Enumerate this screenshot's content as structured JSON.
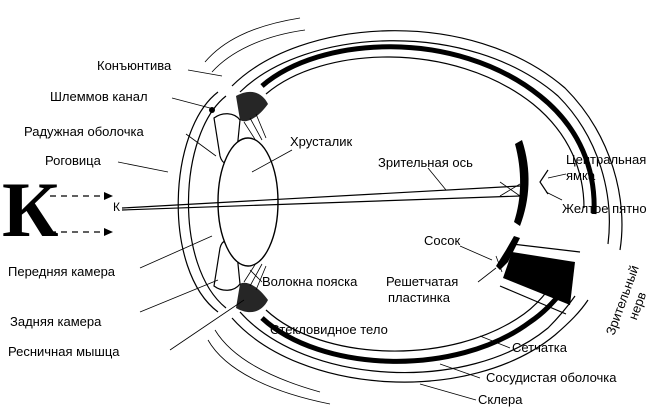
{
  "letter_big": "К",
  "letter_small": "К",
  "labels": {
    "konyunktiva": "Конъюнтива",
    "shlemmov": "Шлеммов канал",
    "raduzhnaya": "Радужная оболочка",
    "rogovitsa": "Роговица",
    "perednyaya": "Передняя камера",
    "zadnyaya": "Задняя камера",
    "resnichnaya": "Ресничная мышца",
    "khrustalik": "Хрусталик",
    "zritelnaya_os": "Зрительная ось",
    "tsentralnaya": "Центральная",
    "yamka": "ямка",
    "zheltoe": "Желтое пятно",
    "sosok": "Сосок",
    "reshetchataya": "Решетчатая",
    "plastinka": "пластинка",
    "volokna": "Волокна пояска",
    "steklovidnoe": "Стекловидное тело",
    "setchatka": "Сетчатка",
    "sosudistaya": "Сосудистая оболочка",
    "sklera": "Склера",
    "zritelny": "Зрительный",
    "nerv": "нерв"
  }
}
